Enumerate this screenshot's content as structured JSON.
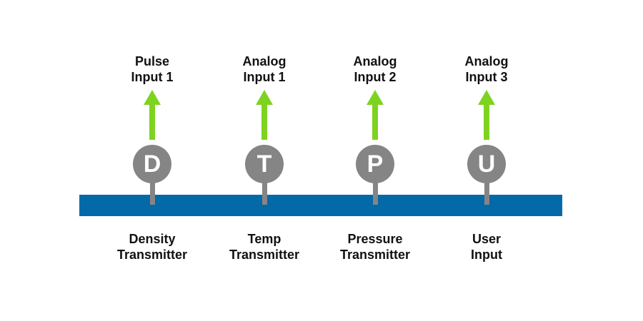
{
  "colors": {
    "pipe": "#0469a7",
    "arrow": "#7ed321",
    "sensor": "#858585"
  },
  "sensors": [
    {
      "letter": "D",
      "input": [
        "Pulse",
        "Input 1"
      ],
      "name": [
        "Density",
        "Transmitter"
      ]
    },
    {
      "letter": "T",
      "input": [
        "Analog",
        "Input 1"
      ],
      "name": [
        "Temp",
        "Transmitter"
      ]
    },
    {
      "letter": "P",
      "input": [
        "Analog",
        "Input 2"
      ],
      "name": [
        "Pressure",
        "Transmitter"
      ]
    },
    {
      "letter": "U",
      "input": [
        "Analog",
        "Input 3"
      ],
      "name": [
        "User",
        "Input"
      ]
    }
  ]
}
